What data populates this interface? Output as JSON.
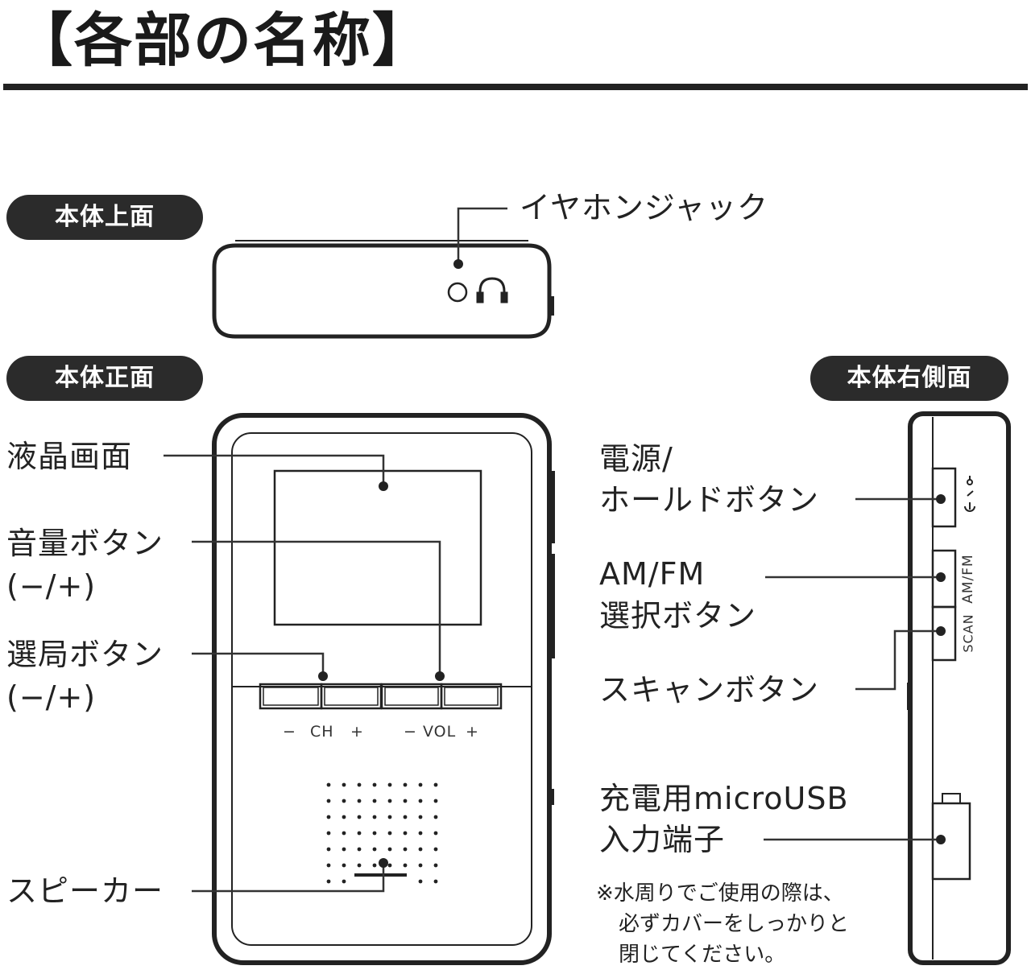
{
  "title": "【各部の名称】",
  "sections": {
    "top": "本体上面",
    "front": "本体正面",
    "right": "本体右側面"
  },
  "callouts": {
    "earphone_jack": "イヤホンジャック",
    "lcd_screen": "液晶画面",
    "volume_button": [
      "音量ボタン",
      "(−/+)"
    ],
    "tuning_button": [
      "選局ボタン",
      "(−/+)"
    ],
    "speaker": "スピーカー",
    "power_hold_button": [
      "電源/",
      "ホールドボタン"
    ],
    "am_fm_button": [
      "AM/FM",
      "選択ボタン"
    ],
    "scan_button": "スキャンボタン",
    "usb_port": [
      "充電用microUSB",
      "入力端子"
    ]
  },
  "device_labels": {
    "ch_minus": "−",
    "ch": "CH",
    "ch_plus": "+",
    "vol_minus": "−",
    "vol": "VOL",
    "vol_plus": "+",
    "am_fm": "AM/FM",
    "scan": "SCAN"
  },
  "note": [
    "※水周りでご使用の際は、",
    "必ずカバーをしっかりと",
    "閉じてください。"
  ]
}
